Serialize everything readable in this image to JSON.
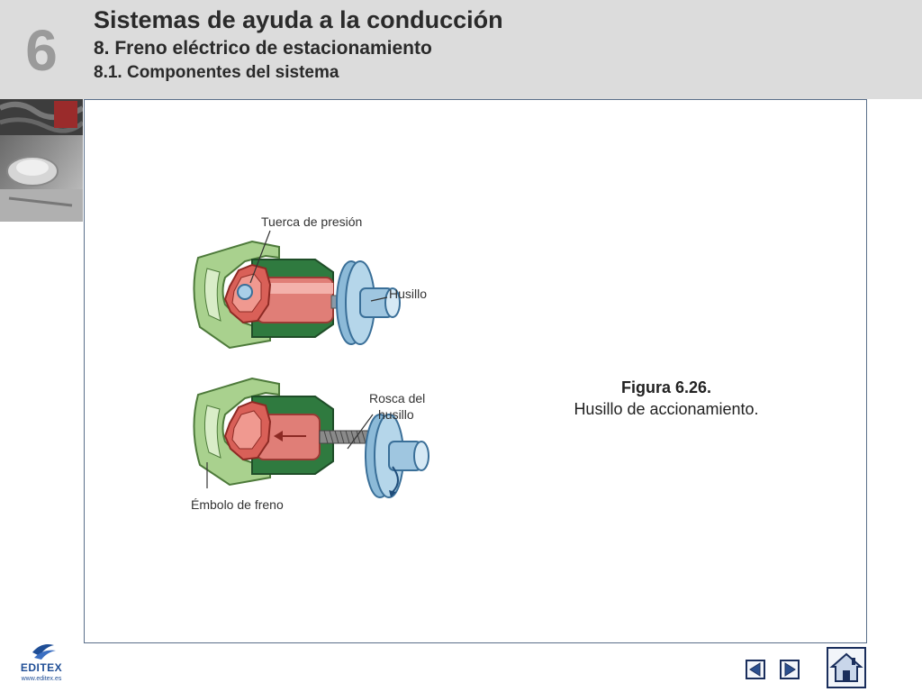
{
  "header": {
    "chapter_number": "6",
    "title": "Sistemas de ayuda a la conducción",
    "subtitle": "8. Freno eléctrico de estacionamiento",
    "section": "8.1. Componentes del sistema"
  },
  "figure": {
    "labels": {
      "pressure_nut": "Tuerca de presión",
      "spindle": "Husillo",
      "spindle_thread_line1": "Rosca del",
      "spindle_thread_line2": "husillo",
      "brake_piston": "Émbolo de freno"
    }
  },
  "caption": {
    "title": "Figura 6.26.",
    "text": "Husillo de accionamiento."
  },
  "logo": {
    "name": "EDITEX",
    "url": "www.editex.es"
  },
  "navigation": {
    "prev_icon": "triangle-left-icon",
    "next_icon": "triangle-right-icon",
    "home_icon": "house-icon"
  },
  "colors": {
    "header_bg": "#dcdcdc",
    "frame_border": "#5a6f8a",
    "nav_blue": "#1a2e5c",
    "logo_blue": "#1f4e96"
  }
}
